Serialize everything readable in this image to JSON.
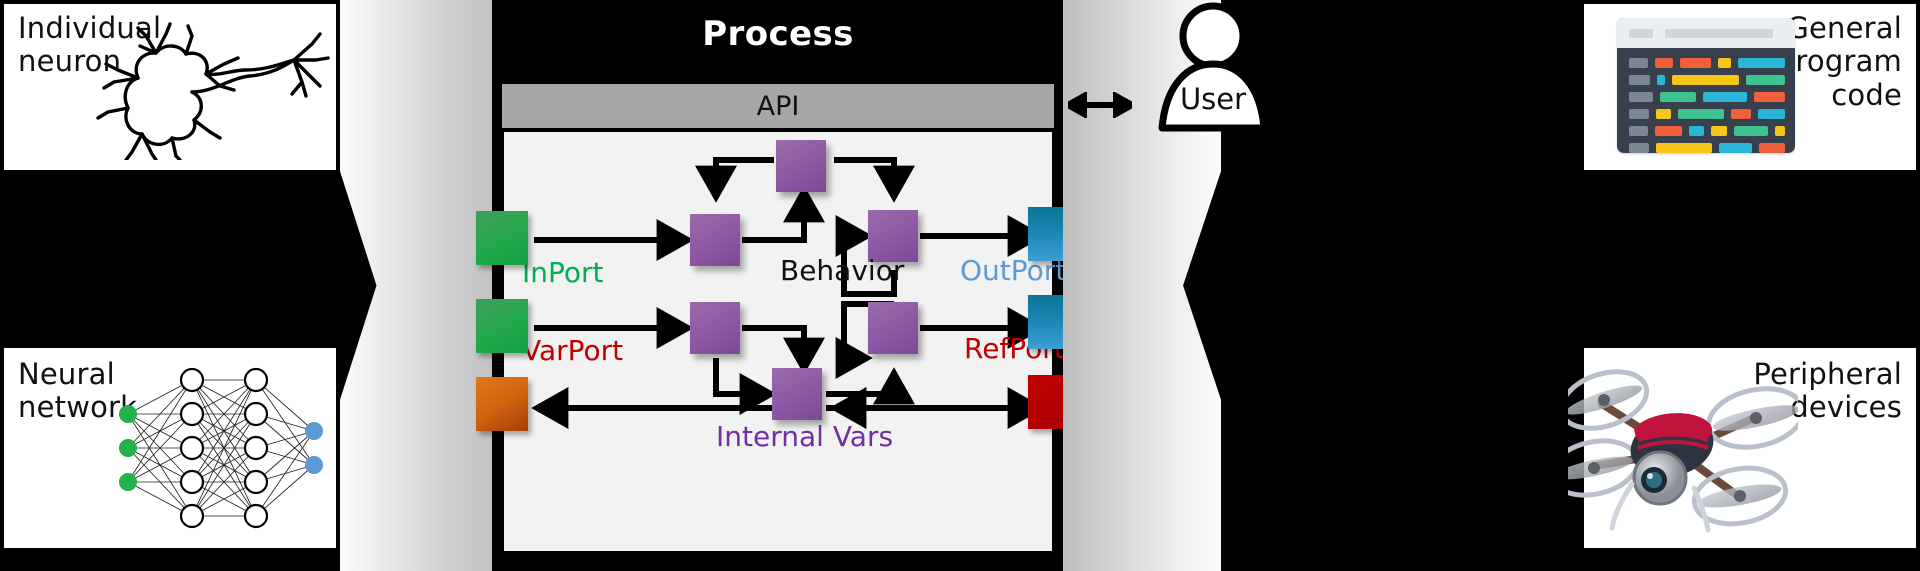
{
  "process": {
    "title": "Process",
    "api_label": "API",
    "behavior_label": "Behavior",
    "internal_vars_label": "Internal Vars",
    "ports": {
      "inport": {
        "label": "InPort",
        "color": "#00b050",
        "square_color": "#13a244"
      },
      "varport": {
        "label": "VarPort",
        "color": "#c00000",
        "square_color": "#cf6410"
      },
      "outport": {
        "label": "OutPort",
        "color": "#5b9bd5",
        "square_color": "#1a87b5"
      },
      "refport": {
        "label": "RefPort",
        "color": "#c00000",
        "square_color": "#c00000"
      }
    },
    "colors": {
      "title_bg": "#000000",
      "title_fg": "#ffffff",
      "api_bg": "#a6a6a6",
      "body_bg": "#f2f2f2",
      "behavior_box": "#8e57a3",
      "internal_vars_text": "#7030a0"
    }
  },
  "user": {
    "label": "User",
    "arrow": "bidirectional-arrow"
  },
  "panels": {
    "top_left": {
      "label": "Individual\nneuron",
      "line1": "Individual",
      "line2": "neuron",
      "art": "neuron-illustration"
    },
    "bottom_left": {
      "label": "Neural\nnetwork",
      "line1": "Neural",
      "line2": "network",
      "art": "neural-network-diagram"
    },
    "top_right": {
      "label": "General\nprogram\ncode",
      "line1": "General",
      "line2": "program",
      "line3": "code",
      "art": "code-editor-icon"
    },
    "bottom_right": {
      "label": "Peripheral\ndevices",
      "line1": "Peripheral",
      "line2": "devices",
      "art": "quadcopter-drone-photo"
    }
  },
  "neural_network": {
    "input_nodes": 3,
    "hidden_layer_1_nodes": 5,
    "hidden_layer_2_nodes": 5,
    "output_nodes": 2,
    "input_color": "#22b14c",
    "output_color": "#5b9bd5",
    "hidden_color": "#ffffff"
  },
  "code_icon": {
    "background": "#38404d",
    "titlebar": "#eceff1",
    "syntax_colors": [
      "#f0603c",
      "#f5c518",
      "#2ec4b6",
      "#3ec28f",
      "#29b6d8"
    ],
    "rows": [
      [
        {
          "w": 30,
          "c": "#7b8794"
        },
        {
          "w": 30,
          "c": "#f0603c"
        },
        {
          "w": 50,
          "c": "#f0603c"
        },
        {
          "w": 20,
          "c": "#f5c518"
        },
        {
          "w": 76,
          "c": "#29b6d8"
        }
      ],
      [
        {
          "w": 30,
          "c": "#7b8794"
        },
        {
          "w": 12,
          "c": "#29b6d8"
        },
        {
          "w": 95,
          "c": "#f5c518"
        },
        {
          "w": 56,
          "c": "#3ec28f"
        }
      ],
      [
        {
          "w": 30,
          "c": "#7b8794"
        },
        {
          "w": 45,
          "c": "#3ec28f"
        },
        {
          "w": 55,
          "c": "#29b6d8"
        },
        {
          "w": 38,
          "c": "#f0603c"
        }
      ],
      [
        {
          "w": 30,
          "c": "#7b8794"
        },
        {
          "w": 22,
          "c": "#f5c518"
        },
        {
          "w": 70,
          "c": "#3ec28f"
        },
        {
          "w": 30,
          "c": "#f0603c"
        },
        {
          "w": 40,
          "c": "#29b6d8"
        }
      ],
      [
        {
          "w": 30,
          "c": "#7b8794"
        },
        {
          "w": 42,
          "c": "#f0603c"
        },
        {
          "w": 22,
          "c": "#29b6d8"
        },
        {
          "w": 26,
          "c": "#f5c518"
        },
        {
          "w": 52,
          "c": "#3ec28f"
        },
        {
          "w": 16,
          "c": "#f5c518"
        }
      ],
      [
        {
          "w": 30,
          "c": "#7b8794"
        },
        {
          "w": 86,
          "c": "#f5c518"
        },
        {
          "w": 50,
          "c": "#29b6d8"
        },
        {
          "w": 40,
          "c": "#f0603c"
        }
      ],
      [
        {
          "w": 30,
          "c": "#7b8794"
        },
        {
          "w": 32,
          "c": "#29b6d8"
        },
        {
          "w": 36,
          "c": "#3ec28f"
        },
        {
          "w": 54,
          "c": "#f0603c"
        },
        {
          "w": 28,
          "c": "#f5c518"
        }
      ]
    ]
  }
}
